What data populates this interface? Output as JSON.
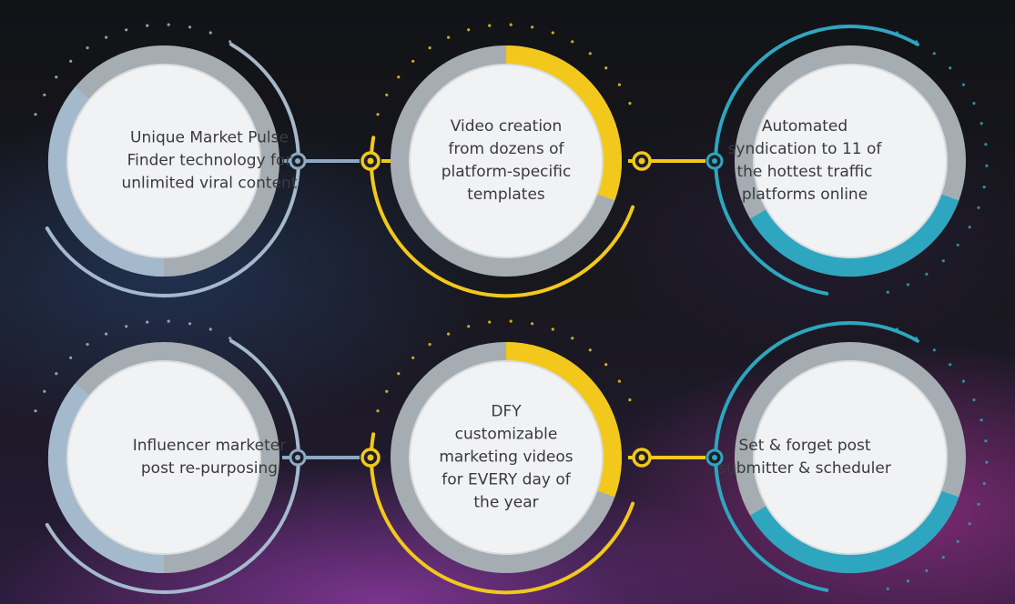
{
  "features": [
    {
      "id": "market-pulse",
      "text": "Unique Market Pulse\nFinder technology for\nunlimited viral content",
      "accent": "#a5b9cc"
    },
    {
      "id": "video-creation",
      "text": "Video creation\nfrom dozens of\nplatform-specific\ntemplates",
      "accent": "#f2c81c"
    },
    {
      "id": "syndication",
      "text": "Automated\nsyndication to 11 of\nthe hottest traffic\nplatforms online",
      "accent": "#2fa6bf"
    },
    {
      "id": "influencer",
      "text": "Influencer marketer\npost re-purposing",
      "accent": "#a5b9cc"
    },
    {
      "id": "dfy-videos",
      "text": "DFY\ncustomizable\nmarketing videos\nfor EVERY day of\nthe year",
      "accent": "#f2c81c"
    },
    {
      "id": "scheduler",
      "text": "Set & forget post\nsubmitter & scheduler",
      "accent": "#2fa6bf"
    }
  ],
  "colors": {
    "ring_grey": "#a5adb2",
    "connector_blue": "#8da9c4",
    "connector_yellow": "#f2c81c",
    "circle_fill": "#f1f2f3"
  }
}
